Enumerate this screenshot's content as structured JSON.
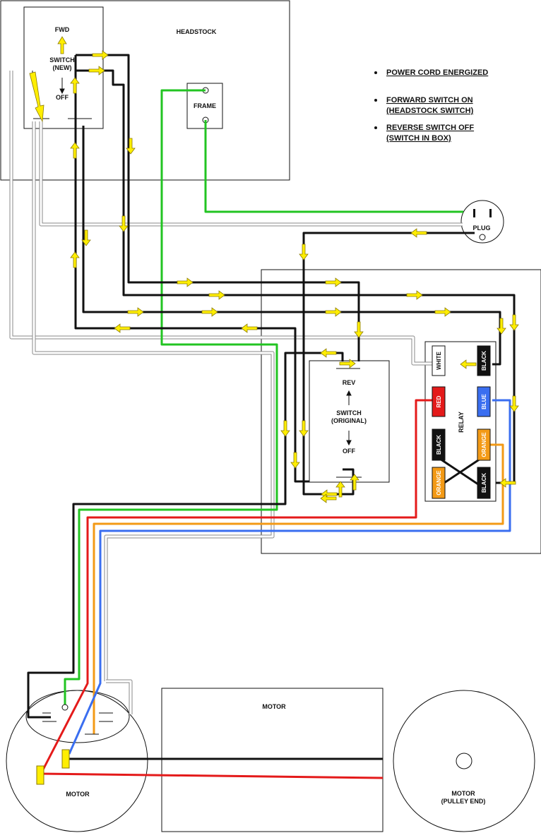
{
  "labels": {
    "headstock": "HEADSTOCK",
    "fwd": "FWD",
    "switch_new_1": "SWITCH",
    "switch_new_2": "(NEW)",
    "off_top": "OFF",
    "frame": "FRAME",
    "plug": "PLUG",
    "rev": "REV",
    "switch_orig_1": "SWITCH",
    "switch_orig_2": "(ORIGINAL)",
    "off_orig": "OFF",
    "relay": "RELAY",
    "motor_side": "MOTOR",
    "motor_body": "MOTOR",
    "motor_pulley_1": "MOTOR",
    "motor_pulley_2": "(PULLEY END)"
  },
  "relay_terminals": [
    {
      "id": "white",
      "text": "WHITE",
      "color": "#ffffff"
    },
    {
      "id": "black-top",
      "text": "BLACK",
      "color": "#111111"
    },
    {
      "id": "red",
      "text": "RED",
      "color": "#e41a1a"
    },
    {
      "id": "blue",
      "text": "BLUE",
      "color": "#3a6ef0"
    },
    {
      "id": "black-left",
      "text": "BLACK",
      "color": "#111111"
    },
    {
      "id": "orange-right",
      "text": "ORANGE",
      "color": "#f39a16"
    },
    {
      "id": "orange-left",
      "text": "ORANGE",
      "color": "#f39a16"
    },
    {
      "id": "black-bottom",
      "text": "BLACK",
      "color": "#111111"
    }
  ],
  "notes": [
    {
      "lines": [
        "POWER CORD ENERGIZED"
      ]
    },
    {
      "lines": [
        "FORWARD SWITCH ON",
        "(HEADSTOCK SWITCH)"
      ]
    },
    {
      "lines": [
        "REVERSE SWITCH OFF",
        "(SWITCH IN BOX)"
      ]
    }
  ],
  "colors": {
    "black_wire": "#111111",
    "green_wire": "#22c422",
    "red_wire": "#e41a1a",
    "orange_wire": "#f39a16",
    "blue_wire": "#3a6ef0",
    "arrow": "#ffee00"
  }
}
